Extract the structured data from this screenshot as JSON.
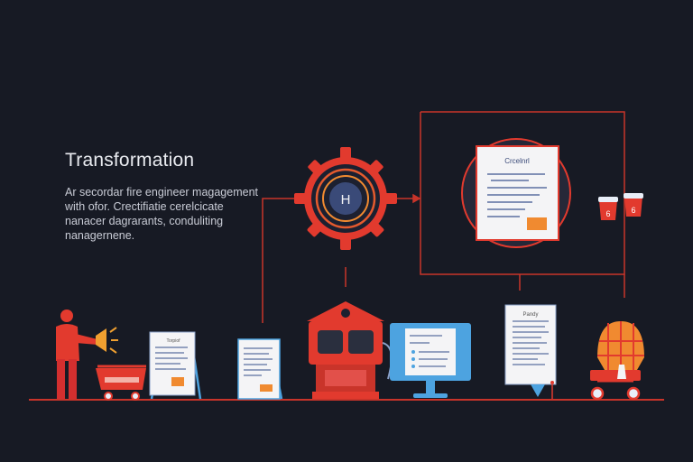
{
  "heading": "Transformation",
  "description_lines": [
    "Ar secordar fire engineer magagement",
    "with ofor. Crectifiatie cerelcicate",
    "nanacer dagrarants, conduliting",
    "nanagernene."
  ],
  "top_document_title": "Crcelnrl",
  "gear_center_label": "H",
  "badges": [
    "6",
    "6"
  ],
  "board_caption": "Torpiof",
  "pinned_document_title": "Pandy",
  "colors": {
    "background": "#171a24",
    "accent_red": "#e23a2e",
    "orange": "#f08a30",
    "blue": "#4da3e0",
    "paper": "#f4f4f6"
  }
}
